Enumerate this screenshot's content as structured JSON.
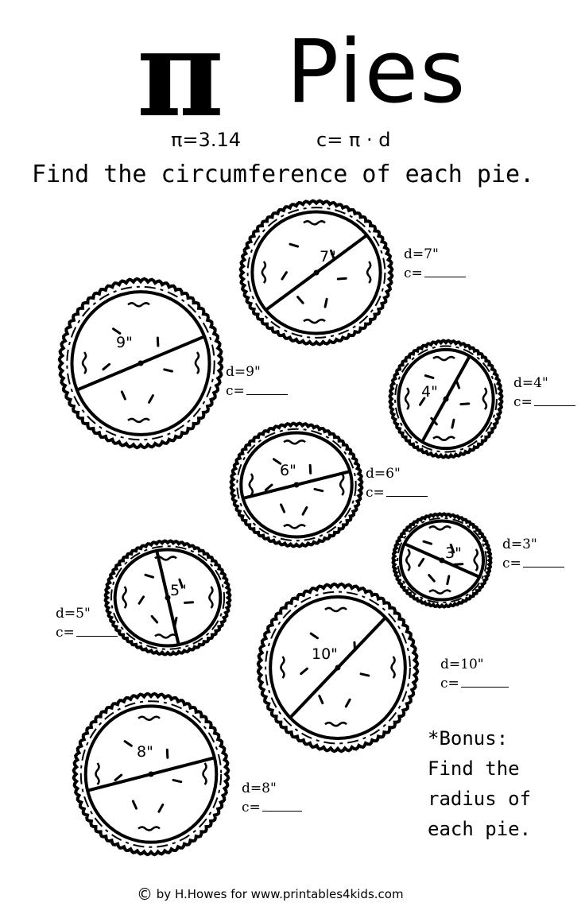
{
  "header": {
    "pi_symbol": "π",
    "title_word": "Pies",
    "pi_value": "π=3.14",
    "formula": "c= π · d"
  },
  "instructions": "Find the circumference of each pie.",
  "pies": [
    {
      "id": "7",
      "diameter_label": "7\"",
      "d_text": "d=7\"",
      "c_text": "c=",
      "answer": ""
    },
    {
      "id": "9",
      "diameter_label": "9\"",
      "d_text": "d=9\"",
      "c_text": "c=",
      "answer": ""
    },
    {
      "id": "4",
      "diameter_label": "4\"",
      "d_text": "d=4\"",
      "c_text": "c=",
      "answer": ""
    },
    {
      "id": "6",
      "diameter_label": "6\"",
      "d_text": "d=6\"",
      "c_text": "c=",
      "answer": ""
    },
    {
      "id": "3",
      "diameter_label": "3\"",
      "d_text": "d=3\"",
      "c_text": "c=",
      "answer": ""
    },
    {
      "id": "5",
      "diameter_label": "5\"",
      "d_text": "d=5\"",
      "c_text": "c=",
      "answer": ""
    },
    {
      "id": "10",
      "diameter_label": "10\"",
      "d_text": "d=10\"",
      "c_text": "c=",
      "answer": ""
    },
    {
      "id": "8",
      "diameter_label": "8\"",
      "d_text": "d=8\"",
      "c_text": "c=",
      "answer": ""
    }
  ],
  "bonus": {
    "lines": [
      "*Bonus:",
      "Find the",
      "radius of",
      "each pie."
    ]
  },
  "footer": {
    "copyright_symbol": "©",
    "text": "by  H.Howes  for  www.printables4kids.com"
  },
  "colors": {
    "ink": "#000000",
    "paper": "#ffffff"
  }
}
